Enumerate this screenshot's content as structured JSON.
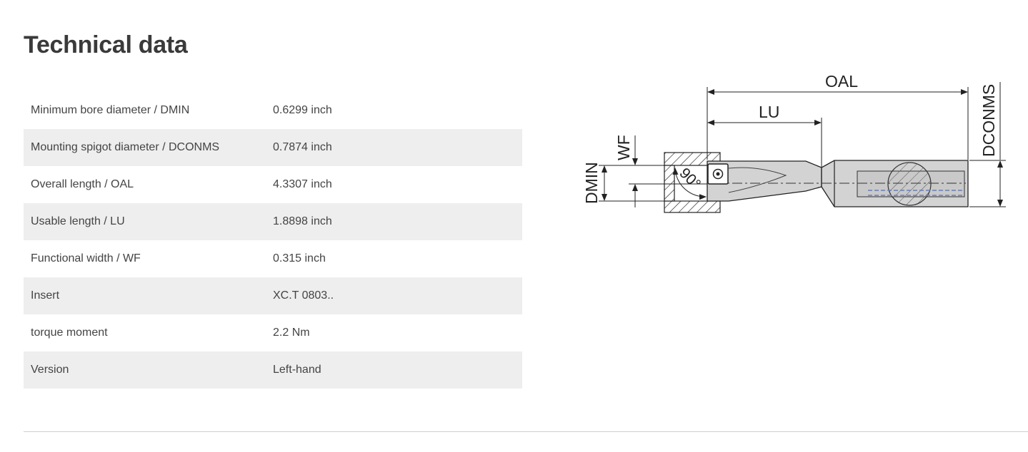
{
  "page": {
    "title": "Technical data"
  },
  "specs": [
    {
      "label": "Minimum bore diameter / DMIN",
      "value": "0.6299 inch"
    },
    {
      "label": "Mounting spigot diameter / DCONMS",
      "value": "0.7874 inch"
    },
    {
      "label": "Overall length / OAL",
      "value": "4.3307 inch"
    },
    {
      "label": "Usable length / LU",
      "value": "1.8898 inch"
    },
    {
      "label": "Functional width / WF",
      "value": "0.315 inch"
    },
    {
      "label": "Insert",
      "value": "XC.T 0803.."
    },
    {
      "label": "torque moment",
      "value": "2.2 Nm"
    },
    {
      "label": "Version",
      "value": "Left-hand"
    }
  ],
  "drawing": {
    "labels": {
      "oal": "OAL",
      "lu": "LU",
      "dconms": "DCONMS",
      "wf": "WF",
      "dmin": "DMIN",
      "angle": "90°"
    },
    "colors": {
      "line": "#222222",
      "body": "#d3d3d3",
      "hatch_fill": "#bdbdbd",
      "coolant": "#6a7fb8"
    }
  }
}
